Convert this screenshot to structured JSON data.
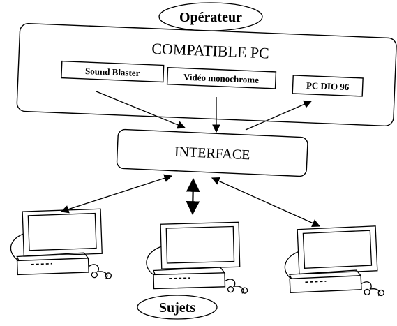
{
  "operator": {
    "label": "Opérateur"
  },
  "pc": {
    "title": "COMPATIBLE PC",
    "cards": {
      "sound": "Sound Blaster",
      "video": "Vidéo monochrome",
      "dio": "PC DIO 96"
    }
  },
  "interface": {
    "label": "INTERFACE"
  },
  "subjects": {
    "label": "Sujets"
  },
  "terminals": [
    {
      "name": "subject-terminal-left"
    },
    {
      "name": "subject-terminal-center"
    },
    {
      "name": "subject-terminal-right"
    }
  ]
}
